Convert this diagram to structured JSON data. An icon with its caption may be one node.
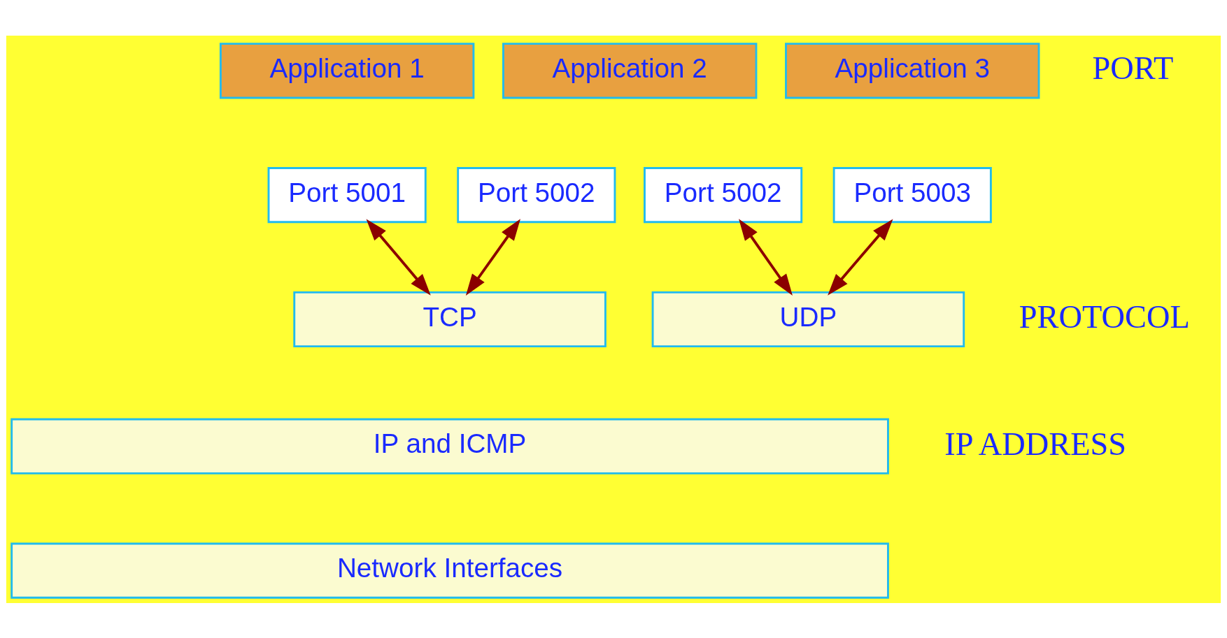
{
  "diagram": {
    "nodes": [
      {
        "text": [
          "Application 1"
        ]
      },
      {
        "text": [
          "Application 2"
        ]
      },
      {
        "text": [
          "Application 3"
        ]
      },
      {
        "text": [
          "Port 5001"
        ]
      },
      {
        "text": [
          "Port 5002"
        ]
      },
      {
        "text": [
          "Port 5002"
        ]
      },
      {
        "text": [
          "Port 5003"
        ]
      },
      {
        "text": [
          "TCP"
        ]
      },
      {
        "text": [
          "UDP"
        ]
      },
      {
        "text": [
          "IP and ICMP"
        ]
      },
      {
        "text": [
          "Network Interfaces"
        ]
      }
    ],
    "edges": [
      {
        "from": 3,
        "to": 7,
        "arrow": "both"
      },
      {
        "from": 4,
        "to": 7,
        "arrow": "both"
      },
      {
        "from": 5,
        "to": 8,
        "arrow": "both"
      },
      {
        "from": 6,
        "to": 8,
        "arrow": "both"
      }
    ],
    "labels": [
      "PORT",
      "PROTOCOL",
      "IP ADDRESS"
    ]
  }
}
